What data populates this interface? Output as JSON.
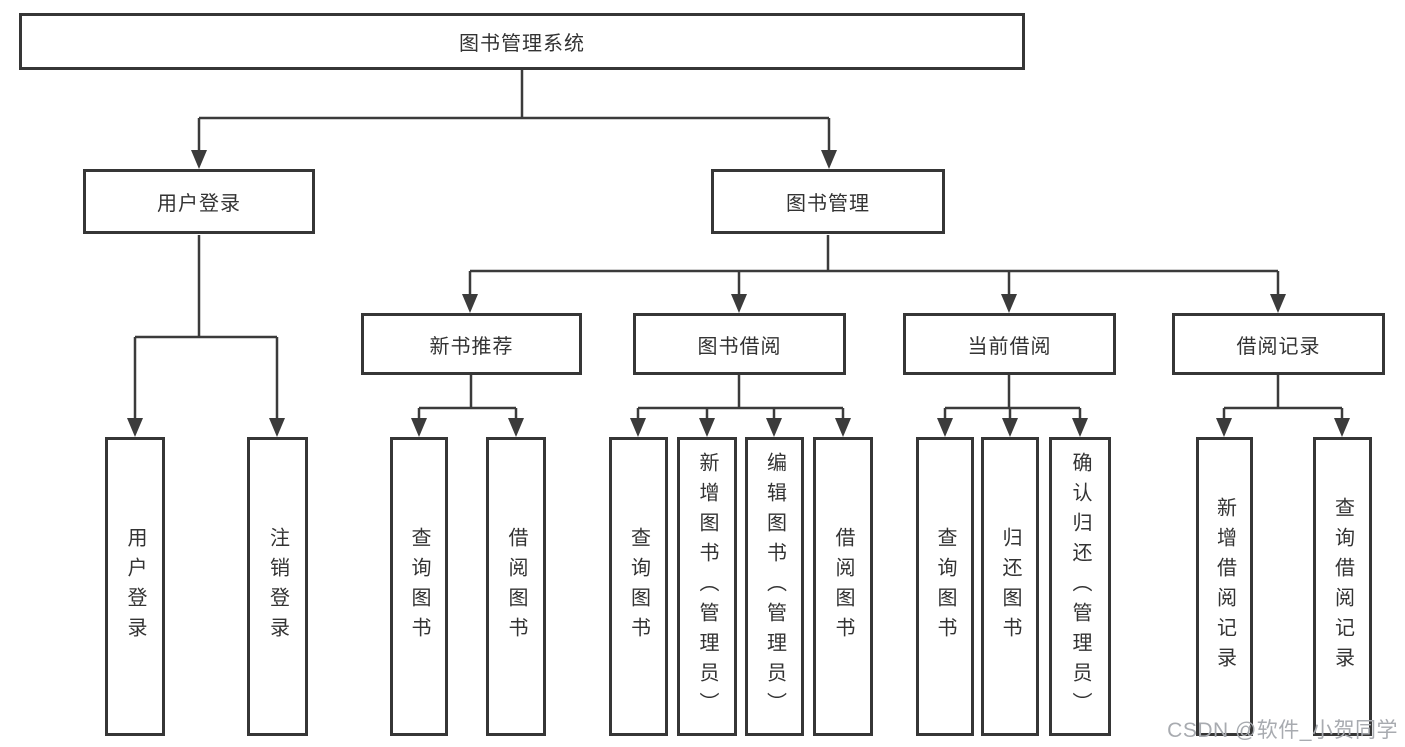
{
  "diagram": {
    "watermark": "CSDN @软件_小贺同学",
    "colors": {
      "background": "#ffffff",
      "line": "#3b3b3b",
      "box_border": "#363636",
      "text": "#333333",
      "watermark_text": "#a8abb0"
    }
  },
  "nodes": {
    "root": {
      "label": "图书管理系统"
    },
    "user_login": {
      "label": "用户登录"
    },
    "book_mgmt": {
      "label": "图书管理"
    },
    "new_book_rec": {
      "label": "新书推荐"
    },
    "book_borrow": {
      "label": "图书借阅"
    },
    "current_borrow": {
      "label": "当前借阅"
    },
    "borrow_record": {
      "label": "借阅记录"
    },
    "leaf_user_login": {
      "label": "用户登录"
    },
    "leaf_logout": {
      "label": "注销登录"
    },
    "leaf_query_book_1": {
      "label": "查询图书"
    },
    "leaf_borrow_book_1": {
      "label": "借阅图书"
    },
    "leaf_query_book_2": {
      "label": "查询图书"
    },
    "leaf_add_book_admin": {
      "label": "新增图书（管理员）"
    },
    "leaf_edit_book_admin": {
      "label": "编辑图书（管理员）"
    },
    "leaf_borrow_book_2": {
      "label": "借阅图书"
    },
    "leaf_query_book_3": {
      "label": "查询图书"
    },
    "leaf_return_book": {
      "label": "归还图书"
    },
    "leaf_confirm_return_admin": {
      "label": "确认归还（管理员）"
    },
    "leaf_add_borrow_record": {
      "label": "新增借阅记录"
    },
    "leaf_query_borrow_record": {
      "label": "查询借阅记录"
    }
  }
}
